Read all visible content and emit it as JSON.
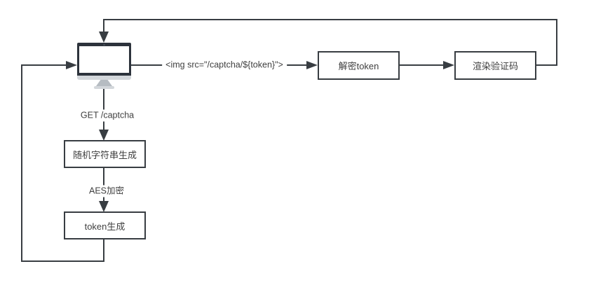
{
  "diagram": {
    "type": "flowchart",
    "topic": "captcha token generation and rendering loop",
    "nodes": [
      {
        "id": "client-monitor",
        "shape": "monitor-icon",
        "label": ""
      },
      {
        "id": "decrypt-token",
        "shape": "rect",
        "label": "解密token"
      },
      {
        "id": "render-captcha",
        "shape": "rect",
        "label": "渲染验证码"
      },
      {
        "id": "random-string",
        "shape": "rect",
        "label": "随机字符串生成"
      },
      {
        "id": "token-generate",
        "shape": "rect",
        "label": "token生成"
      }
    ],
    "edges": [
      {
        "from": "client-monitor",
        "to": "decrypt-token",
        "label": "<img src=\"/captcha/${token}\">"
      },
      {
        "from": "decrypt-token",
        "to": "render-captcha",
        "label": ""
      },
      {
        "from": "render-captcha",
        "to": "client-monitor",
        "label": "",
        "route": "top-loop"
      },
      {
        "from": "client-monitor",
        "to": "random-string",
        "label": "GET /captcha"
      },
      {
        "from": "random-string",
        "to": "token-generate",
        "label": "AES加密"
      },
      {
        "from": "token-generate",
        "to": "client-monitor",
        "label": "",
        "route": "left-loop"
      }
    ],
    "colors": {
      "line": "#383d42",
      "text": "#404040",
      "box_fill": "#ffffff",
      "monitor_dark": "#2d333c",
      "monitor_light": "#d3d7db",
      "monitor_stand": "#b6bcc2",
      "bg": "#ffffff"
    }
  }
}
